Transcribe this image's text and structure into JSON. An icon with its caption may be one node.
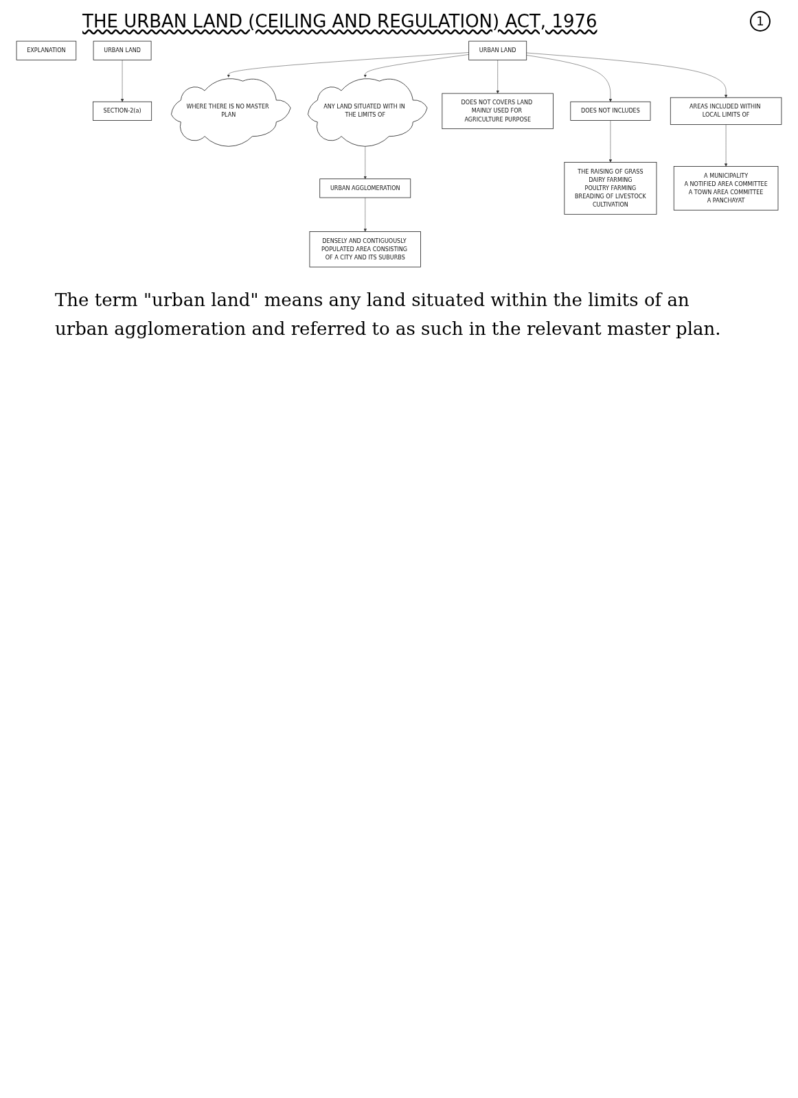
{
  "diagram": {
    "title": "THE URBAN LAND (CEILING AND REGULATION) ACT, 1976",
    "nodes": [
      {
        "text": [
          "URBAN LAND"
        ]
      },
      {
        "text": [
          "SECTION-2(a)"
        ]
      },
      {
        "text": [
          "WHERE THERE IS NO MASTER PLAN"
        ]
      },
      {
        "text": [
          "URBAN LAND"
        ]
      },
      {
        "text": [
          "ANY LAND SITUATED WITH IN THE LIMITS OF"
        ]
      },
      {
        "text": [
          "DOES NOT COVERS LAND MAINLY USED FOR AGRICULTURE PURPOSE"
        ]
      },
      {
        "text": [
          "URBAN AGGLOMERATION"
        ]
      },
      {
        "text": [
          "DOES NOT INCLUDES"
        ]
      },
      {
        "text": [
          "AREAS INCLUDED WITHIN LOCAL LIMITS OF"
        ]
      },
      {
        "text": [
          "DENSELY AND CONTIGUOUSLY POPULATED AREA CONSISTING OF A CITY AND ITS SUBURBS"
        ]
      },
      {
        "text": [
          "THE RAISING OF GRASS",
          "DAIRY FARMING",
          "POULTRY FARMING",
          "BREADING OF LIVESTOCK",
          "CULTIVATION"
        ]
      },
      {
        "text": [
          "A MUNICIPALITY",
          "A NOTIFIED AREA COMMITTEE",
          "A TOWN AREA COMMITTEE",
          "A PANCHAYAT"
        ]
      },
      {
        "text": [
          "EXPLANATION"
        ]
      }
    ],
    "edges": [
      {
        "from": 0,
        "to": 1,
        "arrow": "to"
      },
      {
        "from": 3,
        "to": 2,
        "arrow": "to"
      },
      {
        "from": 3,
        "to": 4,
        "arrow": "to"
      },
      {
        "from": 3,
        "to": 5,
        "arrow": "to"
      },
      {
        "from": 3,
        "to": 7,
        "arrow": "to"
      },
      {
        "from": 3,
        "to": 8,
        "arrow": "to"
      },
      {
        "from": 4,
        "to": 6,
        "arrow": "to"
      },
      {
        "from": 6,
        "to": 9,
        "arrow": "to"
      },
      {
        "from": 7,
        "to": 10,
        "arrow": "to"
      },
      {
        "from": 8,
        "to": 11,
        "arrow": "to"
      }
    ],
    "labels": [
      "1",
      "The term \"urban land\" means any land situated within the limits of an urban agglomeration and referred to as such in the relevant master plan."
    ]
  }
}
